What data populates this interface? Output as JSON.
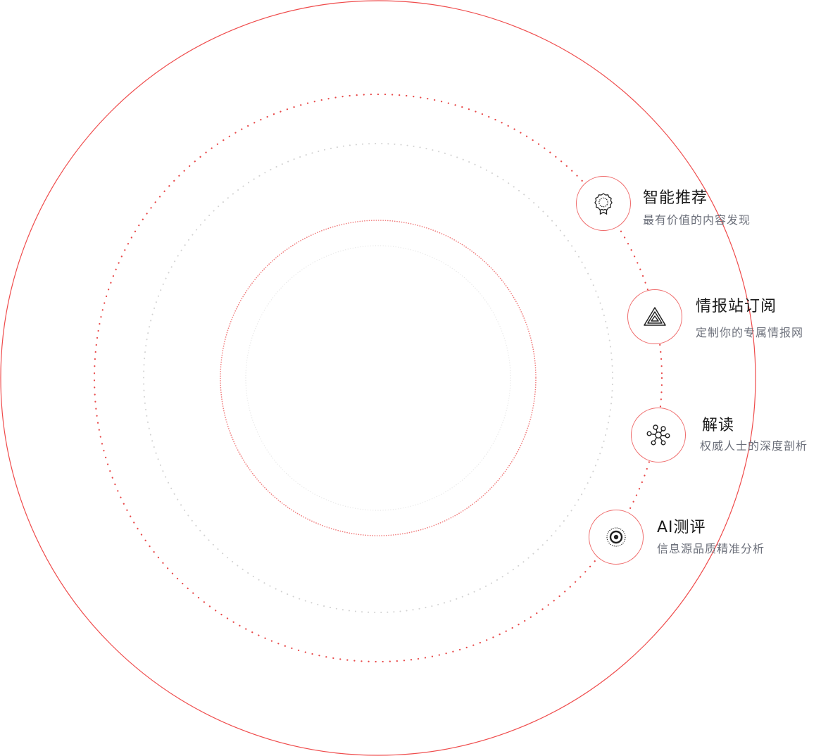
{
  "features": [
    {
      "title": "智能推荐",
      "desc": "最有价值的内容发现",
      "icon": "award-ribbon-icon"
    },
    {
      "title": "情报站订阅",
      "desc": "定制你的专属情报网",
      "icon": "layered-triangle-icon"
    },
    {
      "title": "解读",
      "desc": "权威人士的深度剖析",
      "icon": "molecule-network-icon"
    },
    {
      "title": "AI测评",
      "desc": "信息源品质精准分析",
      "icon": "target-rings-icon"
    }
  ],
  "colors": {
    "accent": "#ef4b4b",
    "accent_light": "#f08a8a",
    "gray_dots": "#d6d6d6",
    "title": "#1a1a1a",
    "desc": "#6b6f7a"
  }
}
